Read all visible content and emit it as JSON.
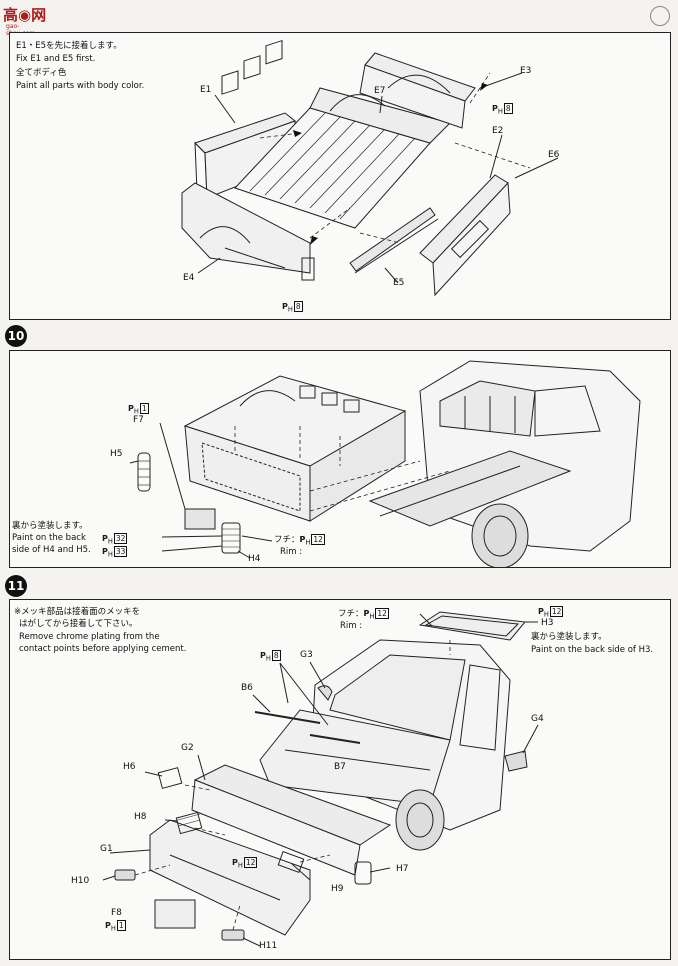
{
  "watermark": {
    "text": "高◉网",
    "sub": "gao-shou.com"
  },
  "step9": {
    "note_ja": "E1・E5を先に接着します。",
    "note_en": "Fix E1 and E5 first.",
    "paint_ja": "全てボディ色",
    "paint_en": "Paint all parts with body color.",
    "labels": {
      "e1": "E1",
      "e7": "E7",
      "e3": "E3",
      "e2": "E2",
      "e6": "E6",
      "e4": "E4",
      "e5": "E5"
    },
    "paint_codes": {
      "e3": "8",
      "bottom": "8"
    }
  },
  "step10": {
    "number": "10",
    "note_ja": "裏から塗装します。",
    "note_en1": "Paint on the back",
    "note_en2": "side of H4 and H5.",
    "rim_ja": "フチ：",
    "rim_en": "Rim :",
    "labels": {
      "f7": "F7",
      "h5": "H5",
      "h4": "H4"
    },
    "paint_codes": {
      "f7": "1",
      "back1": "32",
      "back2": "33",
      "rim": "12"
    }
  },
  "step11": {
    "number": "11",
    "note_ja1": "※メッキ部品は接着面のメッキを",
    "note_ja2": "はがしてから接着して下さい。",
    "note_en1": "Remove chrome plating from the",
    "note_en2": "contact points before applying cement.",
    "rim_ja": "フチ：",
    "rim_en": "Rim :",
    "h3_ja": "裏から塗装します。",
    "h3_en": "Paint on the back side of H3.",
    "labels": {
      "h3": "H3",
      "g3": "G3",
      "b6": "B6",
      "g4": "G4",
      "g2": "G2",
      "h6": "H6",
      "b7": "B7",
      "h8": "H8",
      "g1": "G1",
      "h7": "H7",
      "h9": "H9",
      "h10": "H10",
      "f8": "F8",
      "h11": "H11"
    },
    "paint_codes": {
      "rim": "12",
      "h3": "12",
      "b6": "8",
      "mid": "12",
      "f8": "1"
    }
  },
  "paint_prefix": "P",
  "paint_sub": "H"
}
